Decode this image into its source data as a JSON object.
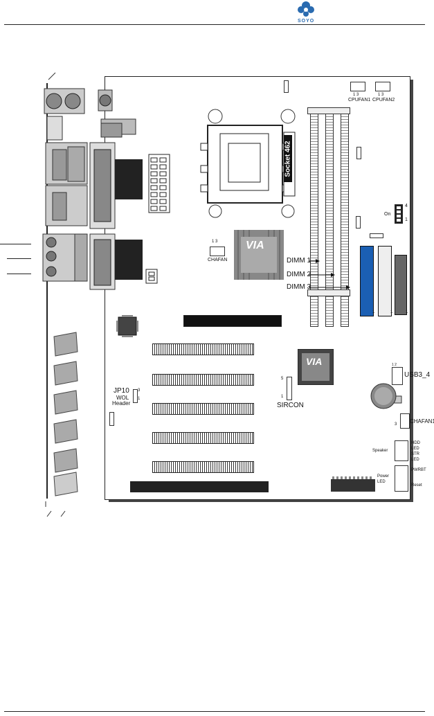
{
  "header": {
    "brand": "SOYO"
  },
  "board": {
    "cpu_socket_label": "Socket 462",
    "chafan_label": "CHAFAN",
    "chafan_pins": "1  3",
    "cpufan1_label": "CPUFAN1",
    "cpufan2_label": "CPUFAN2",
    "cpufan_pins": "1  3",
    "dimm_labels": [
      "DIMM 1",
      "DIMM 2",
      "DIMM 3"
    ],
    "via_north": "VIA",
    "via_south": "VIA",
    "jp10_label": "JP10",
    "wol_label": "WOL",
    "header_label": "Header",
    "jp10_pin_top": "3",
    "jp10_pin_bottom": "1",
    "sircon_label": "SIRCON",
    "sircon_pin_top": "5",
    "sircon_pin_bottom": "1",
    "usb34_label": "USB3_4",
    "usb34_pins": "1  2",
    "chafan1_label": "CHAFAN1",
    "chafan1_pin": "3",
    "speaker_label": "Speaker",
    "hdd_led_label": "HDD LED",
    "str_led_label": "STR LED",
    "pwrbt_label": "PWRBT",
    "power_led_label": "Power LED",
    "reset_label": "Reset",
    "ide_pin_labels": [
      "1",
      "1",
      "1"
    ],
    "dip_labels": [
      "4",
      "On",
      "1"
    ]
  }
}
